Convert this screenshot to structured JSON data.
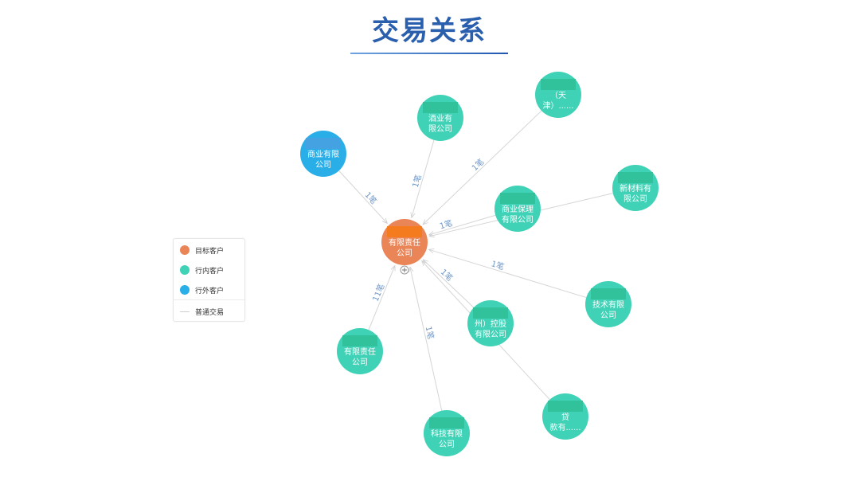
{
  "title": "交易关系",
  "colors": {
    "target": "#ea8558",
    "in_bank": "#3fd2b6",
    "out_bank": "#29aee8",
    "edge": "#d5d5d5",
    "edge_label": "#6f97c8",
    "title": "#2a5fae"
  },
  "center_node": {
    "id": "center",
    "lines": [
      "有限责任",
      "公司"
    ],
    "type": "target",
    "expand_icon": "plus-circle-icon"
  },
  "nodes": [
    {
      "id": "n1",
      "lines": [
        "商业有限",
        "公司"
      ],
      "type": "out_bank",
      "edge_label": "1笔"
    },
    {
      "id": "n2",
      "lines": [
        "酒业有",
        "限公司"
      ],
      "type": "in_bank",
      "edge_label": "1笔"
    },
    {
      "id": "n3",
      "lines": [
        "（天",
        "津）......"
      ],
      "type": "in_bank",
      "edge_label": "1笔"
    },
    {
      "id": "n4",
      "lines": [
        "商业保理",
        "有限公司"
      ],
      "type": "in_bank",
      "edge_label": "1笔"
    },
    {
      "id": "n5",
      "lines": [
        "新材料有",
        "限公司"
      ],
      "type": "in_bank",
      "edge_label": ""
    },
    {
      "id": "n6",
      "lines": [
        "技术有限",
        "公司"
      ],
      "type": "in_bank",
      "edge_label": "1笔"
    },
    {
      "id": "n7",
      "lines": [
        "州）控股",
        "有限公司"
      ],
      "type": "in_bank",
      "edge_label": "1笔"
    },
    {
      "id": "n8",
      "lines": [
        "贷",
        "款有......"
      ],
      "type": "in_bank",
      "edge_label": ""
    },
    {
      "id": "n9",
      "lines": [
        "科技有限",
        "公司"
      ],
      "type": "in_bank",
      "edge_label": "1笔"
    },
    {
      "id": "n10",
      "lines": [
        "有限责任",
        "公司"
      ],
      "type": "in_bank",
      "edge_label": "11笔"
    }
  ],
  "legend": {
    "target": "目标客户",
    "in_bank": "行内客户",
    "out_bank": "行外客户",
    "edge": "普通交易"
  }
}
